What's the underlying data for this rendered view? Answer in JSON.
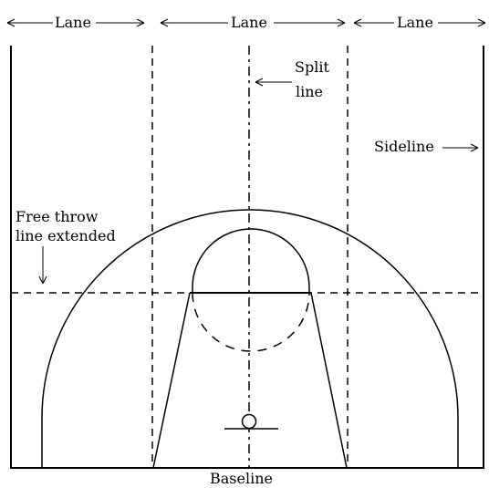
{
  "lanes": [
    {
      "label": "Lane"
    },
    {
      "label": "Lane"
    },
    {
      "label": "Lane"
    }
  ],
  "split_line": {
    "line1": "Split",
    "line2": "line"
  },
  "sideline": "Sideline",
  "free_throw": {
    "line1": "Free throw",
    "line2": "line extended"
  },
  "baseline": "Baseline"
}
